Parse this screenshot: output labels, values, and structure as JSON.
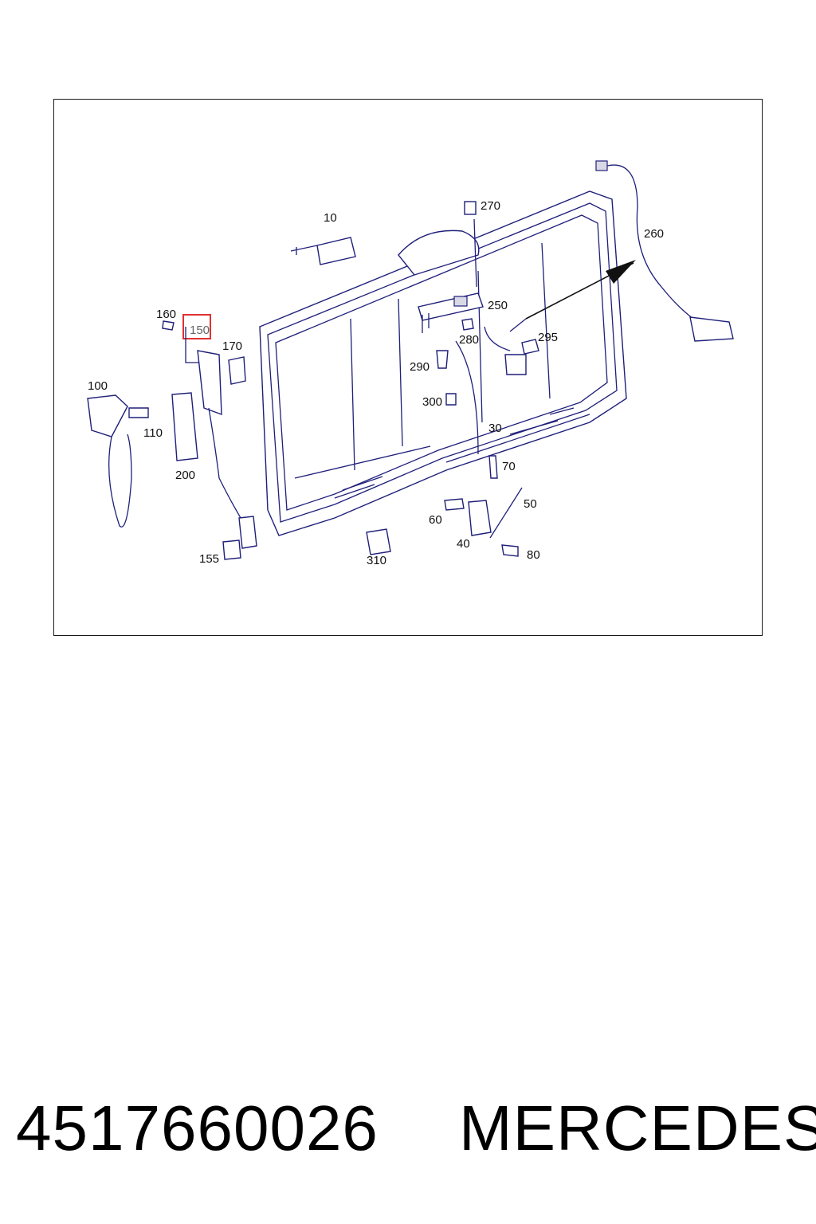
{
  "callouts": {
    "c10": "10",
    "c270": "270",
    "c260": "260",
    "c250": "250",
    "c160": "160",
    "c150": "150",
    "c170": "170",
    "c280": "280",
    "c295": "295",
    "c290": "290",
    "c100": "100",
    "c300": "300",
    "c110": "110",
    "c30": "30",
    "c200": "200",
    "c70": "70",
    "c50": "50",
    "c60": "60",
    "c40": "40",
    "c155": "155",
    "c310": "310",
    "c80": "80"
  },
  "highlight": {
    "color": "#e03030",
    "callout": "150"
  },
  "footer": {
    "part_number": "4517660026",
    "brand": "MERCEDES"
  }
}
